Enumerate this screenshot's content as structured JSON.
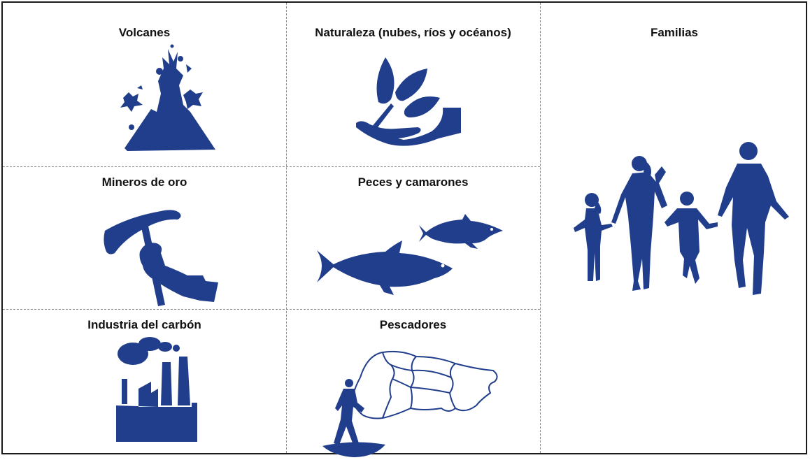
{
  "panels": {
    "volcanes": {
      "label": "Volcanes",
      "icon": "volcano-icon"
    },
    "naturaleza": {
      "label": "Naturaleza (nubes, ríos y océanos)",
      "icon": "leaf-in-hand-icon"
    },
    "familias": {
      "label": "Familias",
      "icon": "family-walking-icon"
    },
    "mineros": {
      "label": "Mineros de oro",
      "icon": "pickaxe-hand-icon"
    },
    "peces": {
      "label": "Peces y camarones",
      "icon": "fish-icon"
    },
    "industria": {
      "label": "Industria del carbón",
      "icon": "factory-icon"
    },
    "pescadores": {
      "label": "Pescadores",
      "icon": "fisherman-net-icon"
    }
  },
  "colors": {
    "icon_fill": "#213e8c",
    "border": "#1a1a1a",
    "divider": "#8a8a8a"
  }
}
